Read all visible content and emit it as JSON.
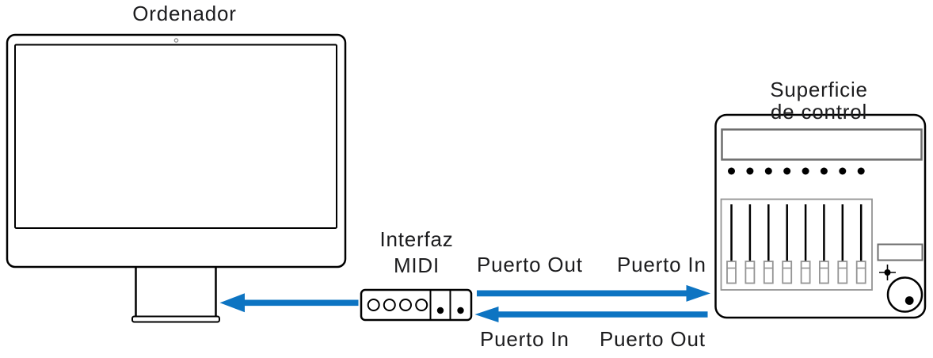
{
  "diagram": {
    "devices": {
      "computer": {
        "label": "Ordenador"
      },
      "midi_interface": {
        "label": "Interfaz\nMIDI"
      },
      "control_surface": {
        "label": "Superficie de control"
      }
    },
    "ports": {
      "top_left": "Puerto Out",
      "top_right": "Puerto In",
      "bottom_left": "Puerto In",
      "bottom_right": "Puerto Out"
    },
    "colors": {
      "arrow_blue": "#0d74c2",
      "ink": "#1c1c1e",
      "outline": "#000000",
      "panel_gray": "#6e6e6e",
      "light_gray": "#949494"
    }
  }
}
